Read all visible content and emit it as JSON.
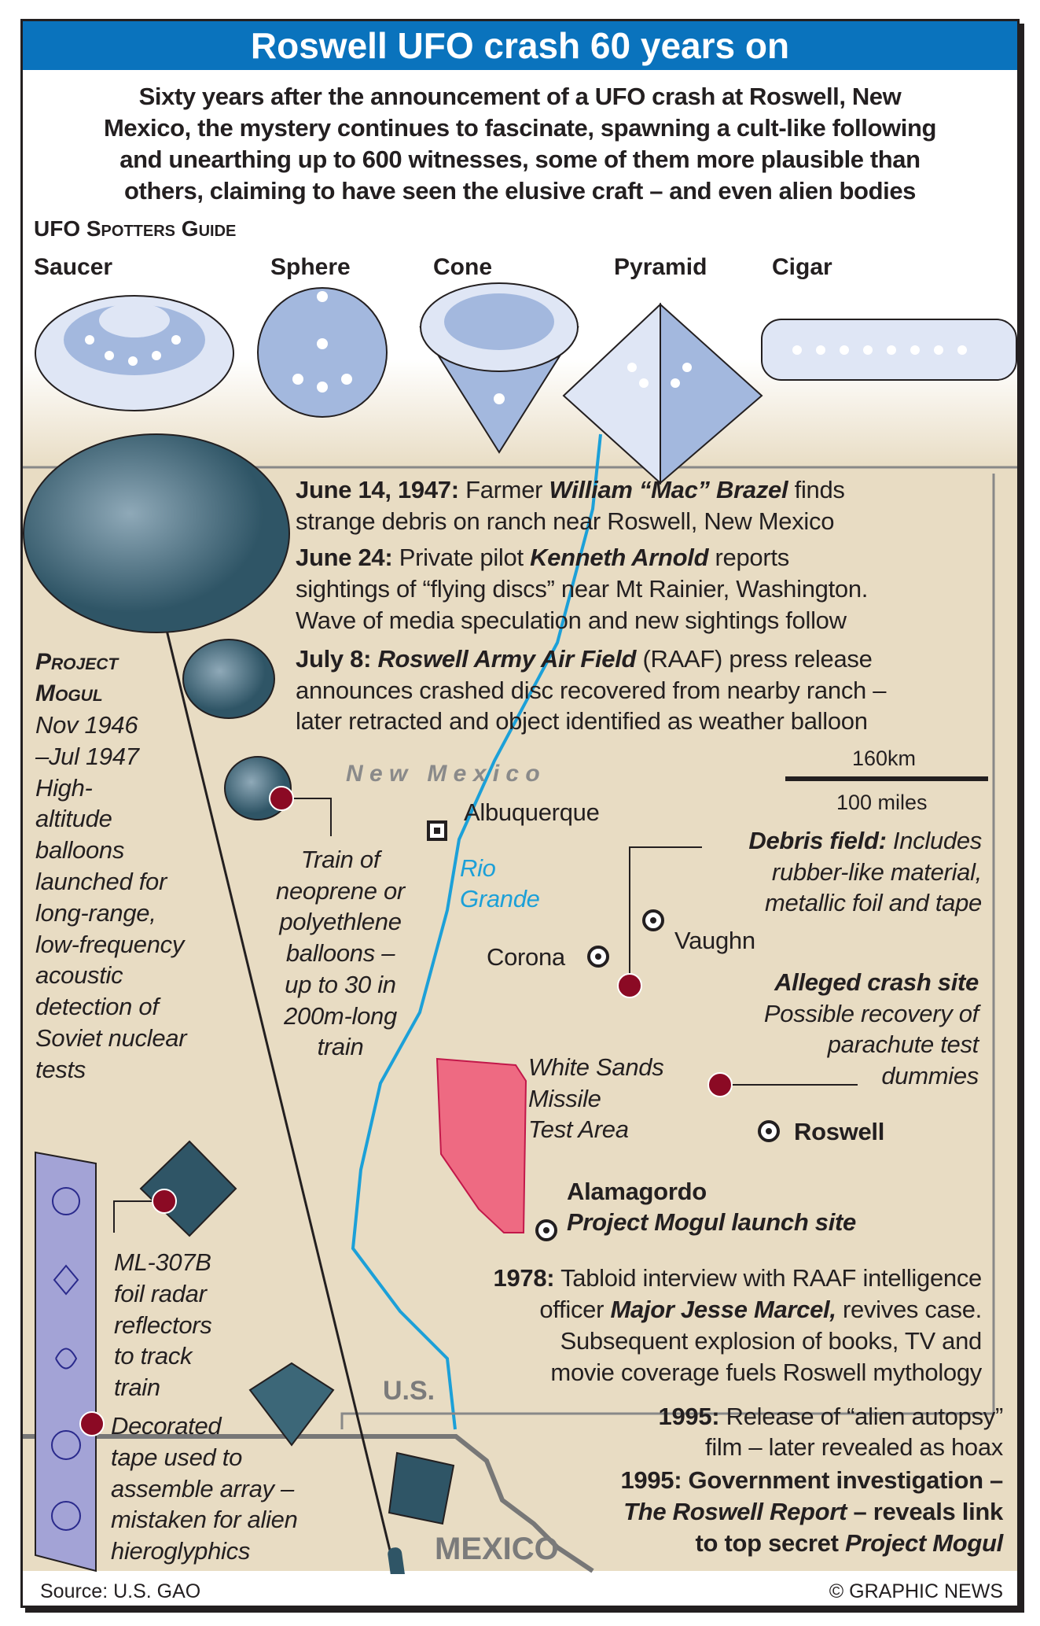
{
  "title": "Roswell UFO crash 60 years on",
  "intro": [
    "Sixty years after the announcement of a UFO crash at Roswell, New",
    "Mexico, the mystery continues to fascinate, spawning a cult-like following",
    "and unearthing up to 600 witnesses, some of them more plausible than",
    "others, claiming to have seen the elusive craft – and even alien bodies"
  ],
  "guide": {
    "heading": "UFO Spotters Guide",
    "shapes": [
      "Saucer",
      "Sphere",
      "Cone",
      "Pyramid",
      "Cigar"
    ]
  },
  "timeline": {
    "e1_date": "June 14, 1947:",
    "e1_a": " Farmer ",
    "e1_name": "William “Mac” Brazel",
    "e1_b": " finds",
    "e1_l2": "strange debris on ranch near Roswell, New Mexico",
    "e2_date": "June 24:",
    "e2_a": " Private pilot ",
    "e2_name": "Kenneth Arnold",
    "e2_b": " reports",
    "e2_l2": "sightings of “flying discs” near Mt Rainier, Washington.",
    "e2_l3": "Wave of media speculation and new sightings follow",
    "e3_date": "July 8:",
    "e3_name": "Roswell Army Air Field",
    "e3_b": " (RAAF) press release",
    "e3_l2": "announces crashed disc recovered from nearby ranch –",
    "e3_l3": "later retracted and object identified as weather balloon",
    "e4_date": "1978:",
    "e4_a": " Tabloid interview with RAAF intelligence",
    "e4_b": "officer ",
    "e4_name": "Major Jesse Marcel,",
    "e4_c": " revives case.",
    "e4_l3": "Subsequent explosion of books, TV and",
    "e4_l4": "movie coverage fuels Roswell mythology",
    "e5_date": "1995:",
    "e5_a": " Release of “alien autopsy”",
    "e5_l2": "film – later revealed as hoax",
    "e6_l1": "1995: Government investigation –",
    "e6_name": "The Roswell Report",
    "e6_a": " – reveals link",
    "e6_b": "to top secret ",
    "e6_name2": "Project Mogul"
  },
  "mogul": {
    "title1": "Project",
    "title2": "Mogul",
    "lines": [
      "Nov 1946",
      "–Jul 1947",
      "High-",
      "altitude",
      "balloons",
      "launched for",
      "long-range,",
      "low-frequency",
      "acoustic",
      "detection of",
      "Soviet nuclear",
      "tests"
    ]
  },
  "train": [
    "Train of",
    "neoprene or",
    "polyethlene",
    "balloons –",
    "up to 30 in",
    "200m-long",
    "train"
  ],
  "reflector": [
    "ML-307B",
    "foil radar",
    "reflectors",
    "to track",
    "train"
  ],
  "tape": [
    "Decorated",
    "tape used to",
    "assemble array –",
    "mistaken for alien",
    "hieroglyphics"
  ],
  "map": {
    "state": "N e w   M e x i c o",
    "scale_km": "160km",
    "scale_mi": "100 miles",
    "albuquerque": "Albuquerque",
    "river": [
      "Rio",
      "Grande"
    ],
    "vaughn": "Vaughn",
    "corona": "Corona",
    "roswell": "Roswell",
    "white_sands": [
      "White Sands",
      "Missile",
      "Test Area"
    ],
    "alamagordo": "Alamagordo",
    "launch": "Project Mogul launch site",
    "us": "U.S.",
    "mexico": "MEXICO",
    "debris_title": "Debris field:",
    "debris": [
      " Includes",
      "rubber-like material,",
      "metallic foil and tape"
    ],
    "crash_title": "Alleged crash site",
    "crash": [
      "Possible recovery of",
      "parachute test",
      "dummies"
    ]
  },
  "footer": {
    "source": "Source: U.S. GAO",
    "credit": "© GRAPHIC NEWS"
  },
  "colors": {
    "title_bar": "#0a73bd",
    "map": "#e8dcc3",
    "ufo": "#a3b8de",
    "marker": "#8b0a24",
    "river": "#1ca0d8",
    "test_area": "#ee6a82",
    "tape": "#a3a3d6"
  }
}
